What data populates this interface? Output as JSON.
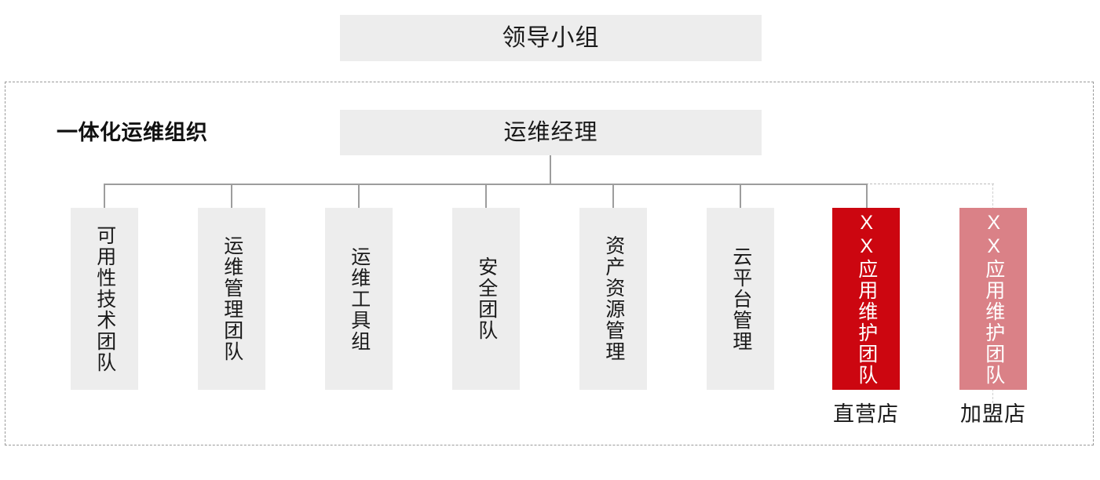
{
  "diagram": {
    "title": "领导小组",
    "group_label": "一体化运维组织",
    "manager": "运维经理",
    "nodes": [
      {
        "label": "可用性技术团队",
        "style": "gray",
        "caption": ""
      },
      {
        "label": "运维管理团队",
        "style": "gray",
        "caption": ""
      },
      {
        "label": "运维工具组",
        "style": "gray",
        "caption": ""
      },
      {
        "label": "安全团队",
        "style": "gray",
        "caption": ""
      },
      {
        "label": "资产资源管理",
        "style": "gray",
        "caption": ""
      },
      {
        "label": "云平台管理",
        "style": "gray",
        "caption": ""
      },
      {
        "label": "XX应用维护团队",
        "style": "red",
        "caption": "直营店"
      },
      {
        "label": "XX应用维护团队",
        "style": "pink",
        "caption": "加盟店"
      }
    ],
    "colors": {
      "box_gray": "#ededed",
      "accent_red": "#cc0610",
      "accent_pink": "#da8187",
      "line_gray": "#9d9d9d",
      "dashed_border": "#9a9a9a",
      "text_dark": "#1a1a1a",
      "text_light": "#ffffff"
    }
  }
}
